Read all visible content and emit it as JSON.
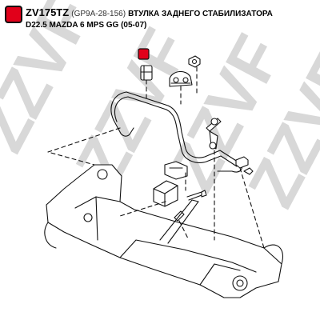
{
  "header": {
    "part_code": "ZV175TZ",
    "oem_number": "(GP9A-28-156)",
    "description": "ВТУЛКА ЗАДНЕГО СТАБИЛИЗАТОРА",
    "application": "D22.5 MAZDA 6 MPS GG (05-07)"
  },
  "watermark": {
    "text": "ZZVF"
  },
  "colors": {
    "accent": "#e1001a",
    "line": "#111111",
    "watermark": "#d8d8d8"
  }
}
